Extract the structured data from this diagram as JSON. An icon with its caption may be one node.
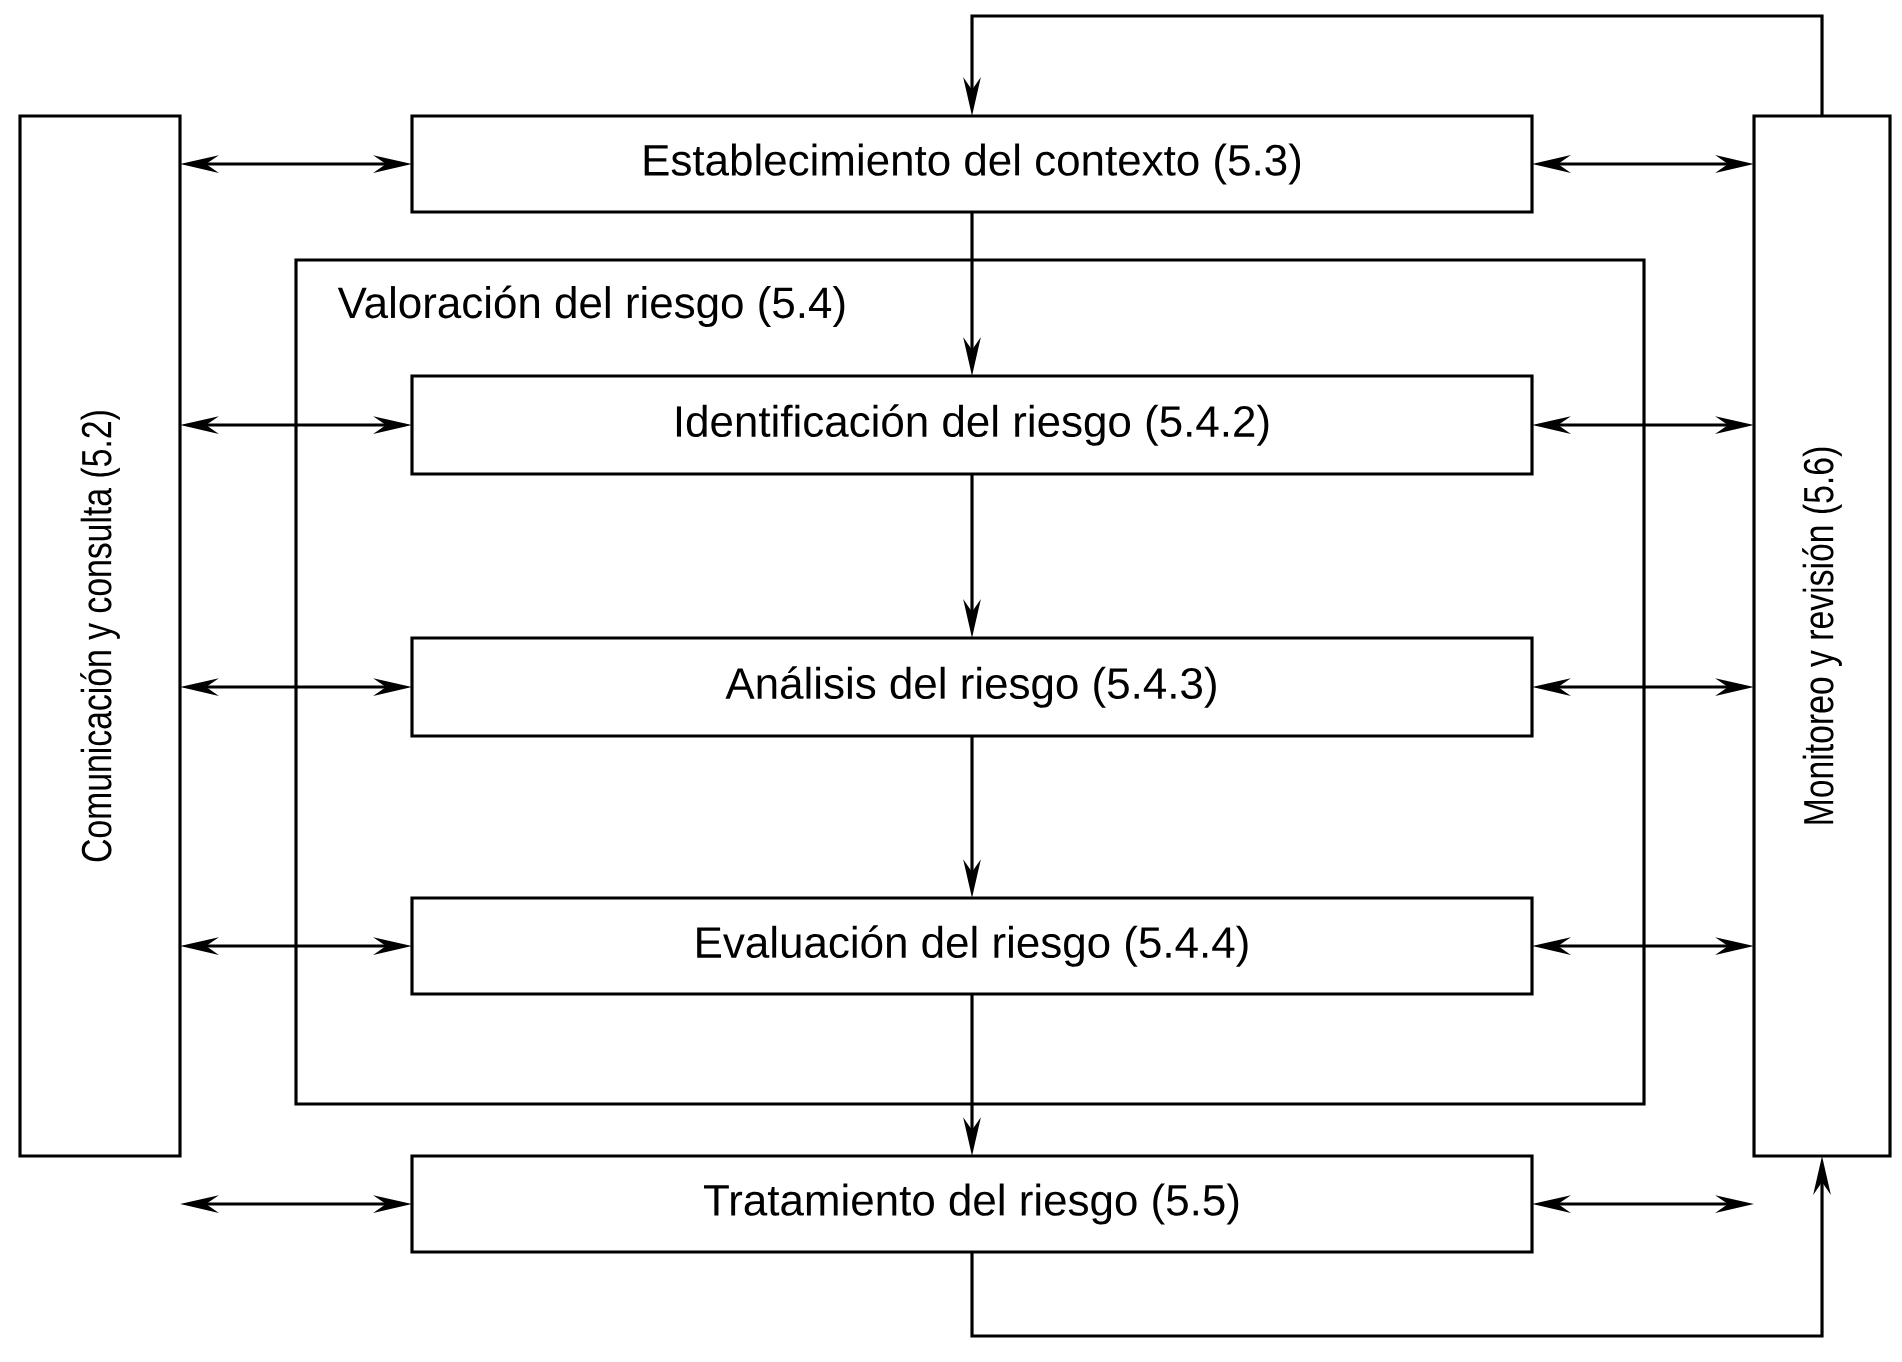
{
  "diagram": {
    "nodes": [
      {
        "text": [
          "Comunicación y consulta (5.2)"
        ]
      },
      {
        "text": [
          "Establecimiento del contexto (5.3)"
        ]
      },
      {
        "text": [
          "Valoración del riesgo (5.4)"
        ]
      },
      {
        "text": [
          "Identificación del riesgo (5.4.2)"
        ],
        "in": 2
      },
      {
        "text": [
          "Análisis del riesgo (5.4.3)"
        ],
        "in": 2
      },
      {
        "text": [
          "Evaluación del riesgo (5.4.4)"
        ],
        "in": 2
      },
      {
        "text": [
          "Tratamiento del riesgo (5.5)"
        ]
      },
      {
        "text": [
          "Monitoreo y revisión (5.6)"
        ]
      }
    ],
    "edges": [
      {
        "from": 0,
        "to": 1,
        "arrow": "both"
      },
      {
        "from": 1,
        "to": 7,
        "arrow": "both"
      },
      {
        "from": 0,
        "to": 3,
        "arrow": "both"
      },
      {
        "from": 3,
        "to": 7,
        "arrow": "both"
      },
      {
        "from": 0,
        "to": 4,
        "arrow": "both"
      },
      {
        "from": 4,
        "to": 7,
        "arrow": "both"
      },
      {
        "from": 0,
        "to": 5,
        "arrow": "both"
      },
      {
        "from": 5,
        "to": 7,
        "arrow": "both"
      },
      {
        "from": 0,
        "to": 6,
        "arrow": "both"
      },
      {
        "from": 6,
        "to": 7,
        "arrow": "both"
      },
      {
        "from": 1,
        "to": 3,
        "arrow": "to"
      },
      {
        "from": 3,
        "to": 4,
        "arrow": "to"
      },
      {
        "from": 4,
        "to": 5,
        "arrow": "to"
      },
      {
        "from": 5,
        "to": 6,
        "arrow": "to"
      },
      {
        "from": 6,
        "to": 7,
        "arrow": "to"
      },
      {
        "from": 7,
        "to": 1,
        "arrow": "to"
      }
    ]
  }
}
